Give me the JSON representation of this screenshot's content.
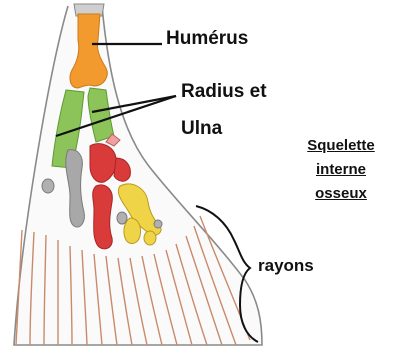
{
  "labels": {
    "humerus": "Humérus",
    "radius_line1": "Radius et",
    "radius_line2": "Ulna",
    "rayons": "rayons",
    "side_title": [
      "Squelette",
      "interne",
      "osseux"
    ]
  },
  "colors": {
    "humerus": "#f39a2e",
    "radius": "#8cc45a",
    "ulna": "#8cc45a",
    "carpal_red": "#d93a3a",
    "carpal_yellow": "#f0d447",
    "carpal_gray": "#a8a8a8",
    "rays": "#c98a6a",
    "outline": "#8a8a8a"
  }
}
